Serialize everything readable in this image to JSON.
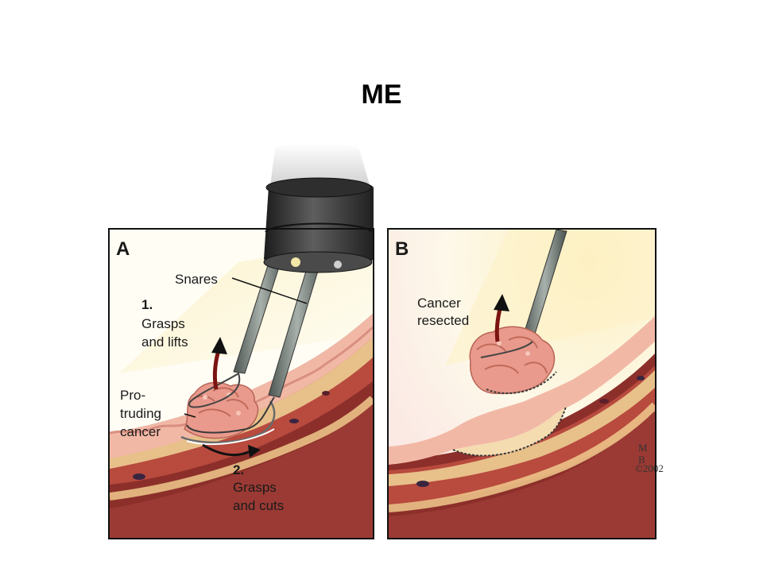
{
  "slide": {
    "title": "ME"
  },
  "panel_a": {
    "letter": "A",
    "labels": {
      "snares": "Snares",
      "step1_num": "1.",
      "step1_line1": "Grasps",
      "step1_line2": "and lifts",
      "cancer_line1": "Pro-",
      "cancer_line2": "truding",
      "cancer_line3": "cancer",
      "step2_num": "2.",
      "step2_line1": "Grasps",
      "step2_line2": "and cuts"
    }
  },
  "panel_b": {
    "letter": "B",
    "labels": {
      "resected_line1": "Cancer",
      "resected_line2": "resected"
    },
    "signature": {
      "line1": "M",
      "line2": "B",
      "line3": "©2002"
    }
  },
  "colors": {
    "tissue_outer": "#8c2f2a",
    "tissue_muscle": "#b84a3e",
    "tissue_submucosa": "#e8c08a",
    "tissue_mucosa": "#f2b8a6",
    "lumen_light": "#fdf6d9",
    "scope_dark": "#2a2a2a"
  }
}
